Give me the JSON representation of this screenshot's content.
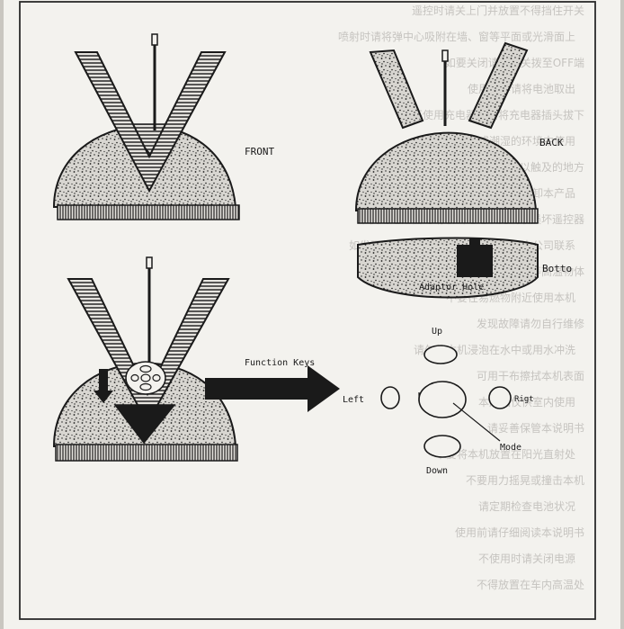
{
  "diagram": {
    "labels": {
      "front": "FRONT",
      "back": "BACK",
      "bottom": "Botto",
      "adaptor_hole": "Adaptor Hole",
      "function_keys": "Function Keys",
      "up": "Up",
      "left": "Left",
      "right": "Rigt",
      "mode": "Mode",
      "down": "Down"
    },
    "background_text": [
      "遥控时请关上门并放置不得挡住开关",
      "喷射时请将弹中心吸附在墙、窗等平面或光滑面上",
      "如要关闭请将开关拨至OFF端",
      "使用完毕请将电池取出",
      "不使用充电器时请将充电器插头拔下",
      "不要在高温或潮湿的环境中使用",
      "不要将本机放置在儿童可以触及的地方",
      "请勿拆卸本产品",
      "不使用遥控器时请取出电池以免漏液损坏遥控器",
      "如发现任何异常请立即停止使用并与本公司联系",
      "不要将本机靠近火源或暖气等高温物体",
      "不要在易燃物附近使用本机",
      "发现故障请勿自行维修",
      "请勿将本机浸泡在水中或用水冲洗",
      "可用干布擦拭本机表面",
      "本产品仅供室内使用",
      "请妥善保管本说明书",
      "不要将本机放置在阳光直射处",
      "不要用力摇晃或撞击本机",
      "请定期检查电池状况",
      "使用前请仔细阅读本说明书",
      "不使用时请关闭电源",
      "不得放置在车内高温处"
    ],
    "colors": {
      "paper": "#f3f2ee",
      "ink": "#1a1a1a",
      "backdrop": "#c9c6c0"
    }
  }
}
